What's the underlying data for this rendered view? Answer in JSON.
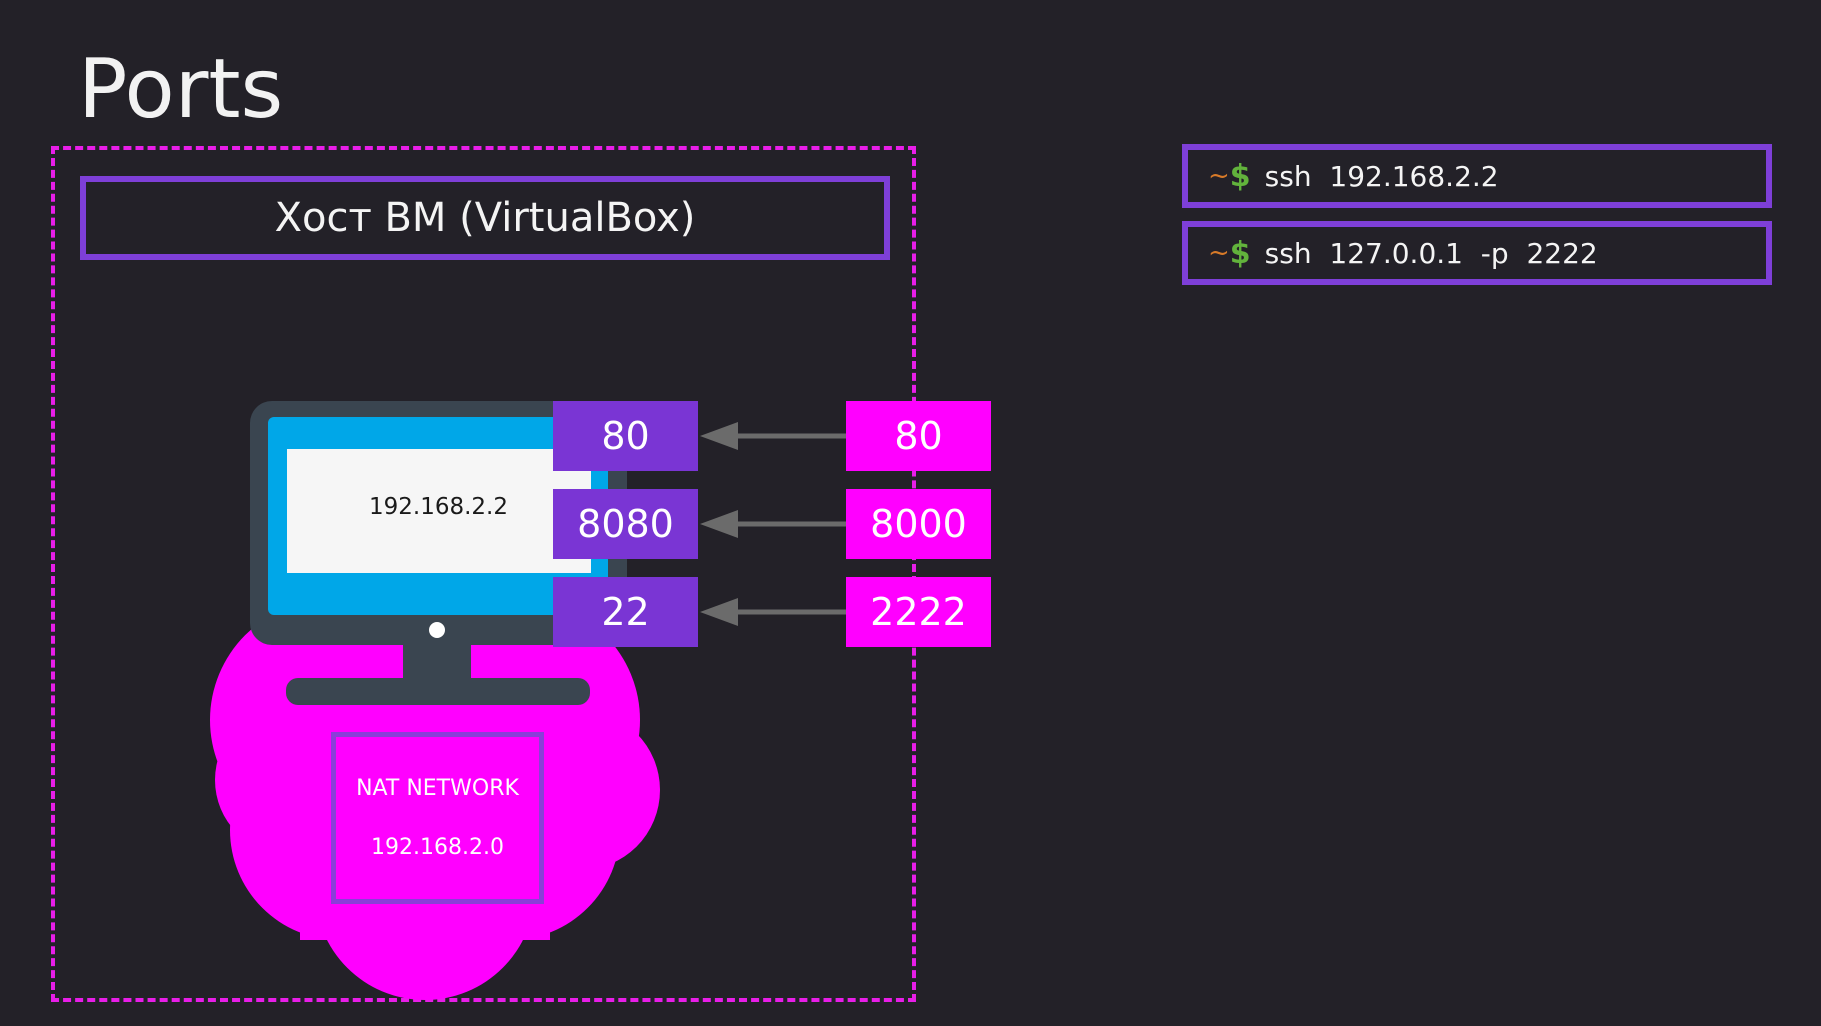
{
  "title": "Ports",
  "host_label": "Хост ВМ (VirtualBox)",
  "commands": [
    {
      "prompt_tilde": "~",
      "prompt_dollar": "$",
      "text": "ssh  192.168.2.2"
    },
    {
      "prompt_tilde": "~",
      "prompt_dollar": "$",
      "text": "ssh  127.0.0.1  -p  2222"
    }
  ],
  "vm": {
    "ip": "192.168.2.2"
  },
  "port_mappings": [
    {
      "host_port": "80",
      "guest_port": "80"
    },
    {
      "host_port": "8000",
      "guest_port": "8080"
    },
    {
      "host_port": "2222",
      "guest_port": "22"
    }
  ],
  "nat": {
    "name": "NAT NETWORK",
    "subnet": "192.168.2.0"
  },
  "colors": {
    "background": "#232128",
    "magenta": "#ff00ff",
    "purple": "#7a35d4",
    "frame_border": "#7e3fd8",
    "monitor_screen": "#00a7e8",
    "monitor_body": "#3a4550",
    "arrow": "#6b6b6b"
  }
}
